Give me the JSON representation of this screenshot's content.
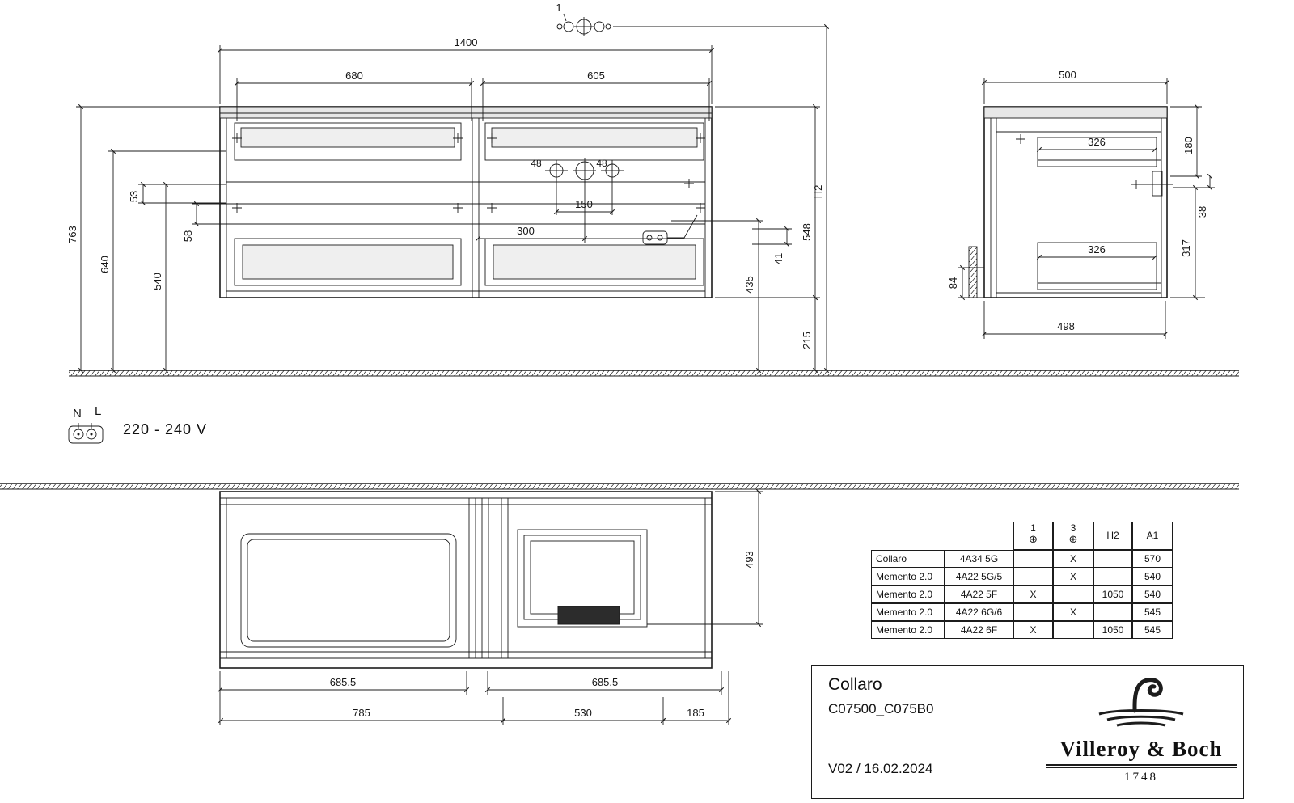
{
  "drawing": {
    "callout": "1",
    "front": {
      "w_total": "1400",
      "w_left": "680",
      "w_right": "605",
      "h_total": "763",
      "h_640": "640",
      "h_53": "53",
      "h_58": "58",
      "h_540": "540",
      "hole_span": "150",
      "hole_offset": "300",
      "hole_d_left": "48",
      "hole_d_right": "48",
      "r_435": "435",
      "r_41": "41",
      "r_548": "548",
      "r_215": "215",
      "r_h2": "H2"
    },
    "side": {
      "w_top": "500",
      "w_bottom": "498",
      "depth_top": "326",
      "depth_bottom": "326",
      "r_180": "180",
      "r_38": "38",
      "r_317": "317",
      "l_84": "84"
    },
    "plan": {
      "d_493": "493",
      "half_left": "685.5",
      "half_right": "685.5",
      "b_785": "785",
      "b_530": "530",
      "b_185": "185"
    },
    "electrical": {
      "n": "N",
      "l": "L",
      "voltage": "220 - 240 V"
    }
  },
  "table": {
    "headers": {
      "hole1": "1",
      "hole3": "3",
      "hole_icon": "⊕",
      "h2": "H2",
      "a1": "A1"
    },
    "rows": [
      {
        "name": "Collaro",
        "article": "4A34 5G",
        "hole1": "",
        "hole3": "X",
        "h2": "",
        "a1": "570"
      },
      {
        "name": "Memento 2.0",
        "article": "4A22 5G/5",
        "hole1": "",
        "hole3": "X",
        "h2": "",
        "a1": "540"
      },
      {
        "name": "Memento 2.0",
        "article": "4A22 5F",
        "hole1": "X",
        "hole3": "",
        "h2": "1050",
        "a1": "540"
      },
      {
        "name": "Memento 2.0",
        "article": "4A22 6G/6",
        "hole1": "",
        "hole3": "X",
        "h2": "",
        "a1": "545"
      },
      {
        "name": "Memento 2.0",
        "article": "4A22 6F",
        "hole1": "X",
        "hole3": "",
        "h2": "1050",
        "a1": "545"
      }
    ]
  },
  "titleblock": {
    "product": "Collaro",
    "code": "C07500_C075B0",
    "version": "V02 / 16.02.2024",
    "brand": "Villeroy & Boch",
    "since": "1748"
  }
}
